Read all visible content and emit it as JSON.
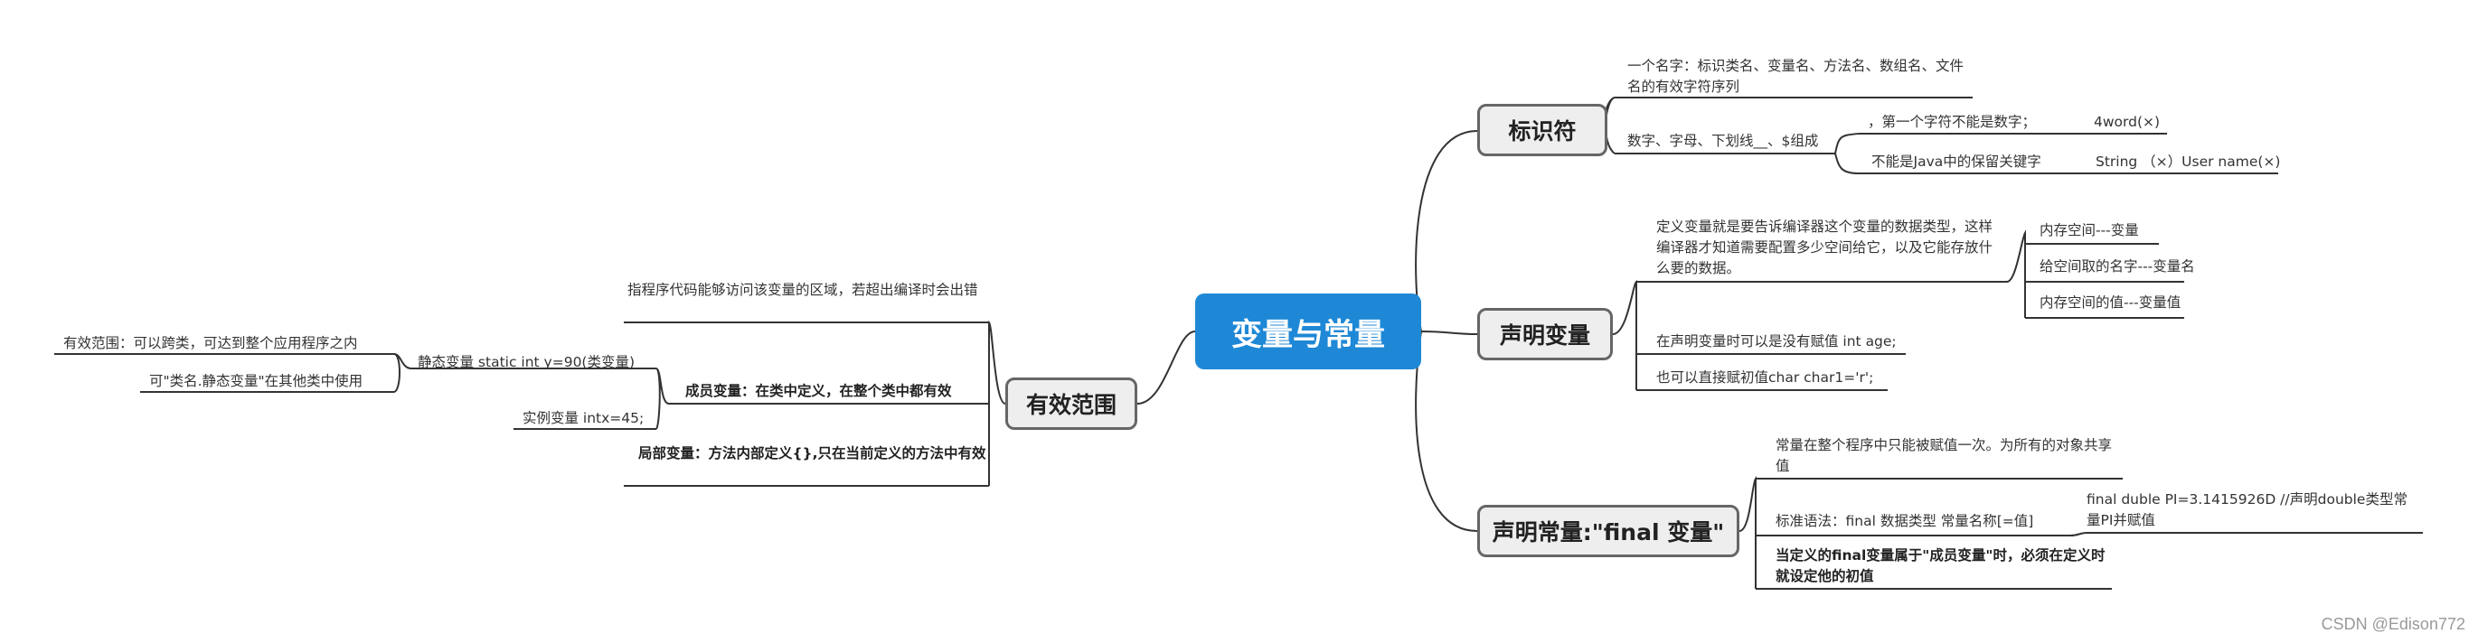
{
  "root": "变量与常量",
  "right": {
    "identifier": {
      "title": "标识符",
      "def": "一个名字：标识类名、变量名、方法名、数组名、文件名的有效字符序列",
      "compose": "数字、字母、下划线__、$组成",
      "rule1": "，第一个字符不能是数字；",
      "rule1_example": "4word(×)",
      "rule2": "不能是Java中的保留关键字",
      "rule2_example": "String （×）User name(×)"
    },
    "declare_var": {
      "title": "声明变量",
      "def": "定义变量就是要告诉编译器这个变量的数据类型，这样编译器才知道需要配置多少空间给它，以及它能存放什么要的数据。",
      "mem1": "内存空间---变量",
      "mem2": "给空间取的名字---变量名",
      "mem3": "内存空间的值---变量值",
      "no_init": "在声明变量时可以是没有赋值 int age;",
      "init": "也可以直接赋初值char char1='r';"
    },
    "declare_const": {
      "title": "声明常量:\"final 变量\"",
      "def": "常量在整个程序中只能被赋值一次。为所有的对象共享值",
      "syntax": "标准语法：final 数据类型 常量名称[=值]",
      "example": "final duble PI=3.1415926D //声明double类型常量PI并赋值",
      "member_note": "当定义的final变量属于\"成员变量\"时，必须在定义时就设定他的初值"
    }
  },
  "left": {
    "scope": {
      "title": "有效范围",
      "def": "指程序代码能够访问该变量的区域，若超出编译时会出错",
      "member": "成员变量：在类中定义，在整个类中都有效",
      "static_var": "静态变量 static int y=90(类变量)",
      "static_scope": "有效范围：可以跨类，可达到整个应用程序之内",
      "static_usage": "可\"类名.静态变量\"在其他类中使用",
      "instance_var": "实例变量 intx=45;",
      "local": "局部变量：方法内部定义{},只在当前定义的方法中有效"
    }
  },
  "watermark": "CSDN @Edison772",
  "colors": {
    "root_bg": "#1e88d6",
    "branch_bg": "#eeeeee",
    "line": "#333333"
  }
}
